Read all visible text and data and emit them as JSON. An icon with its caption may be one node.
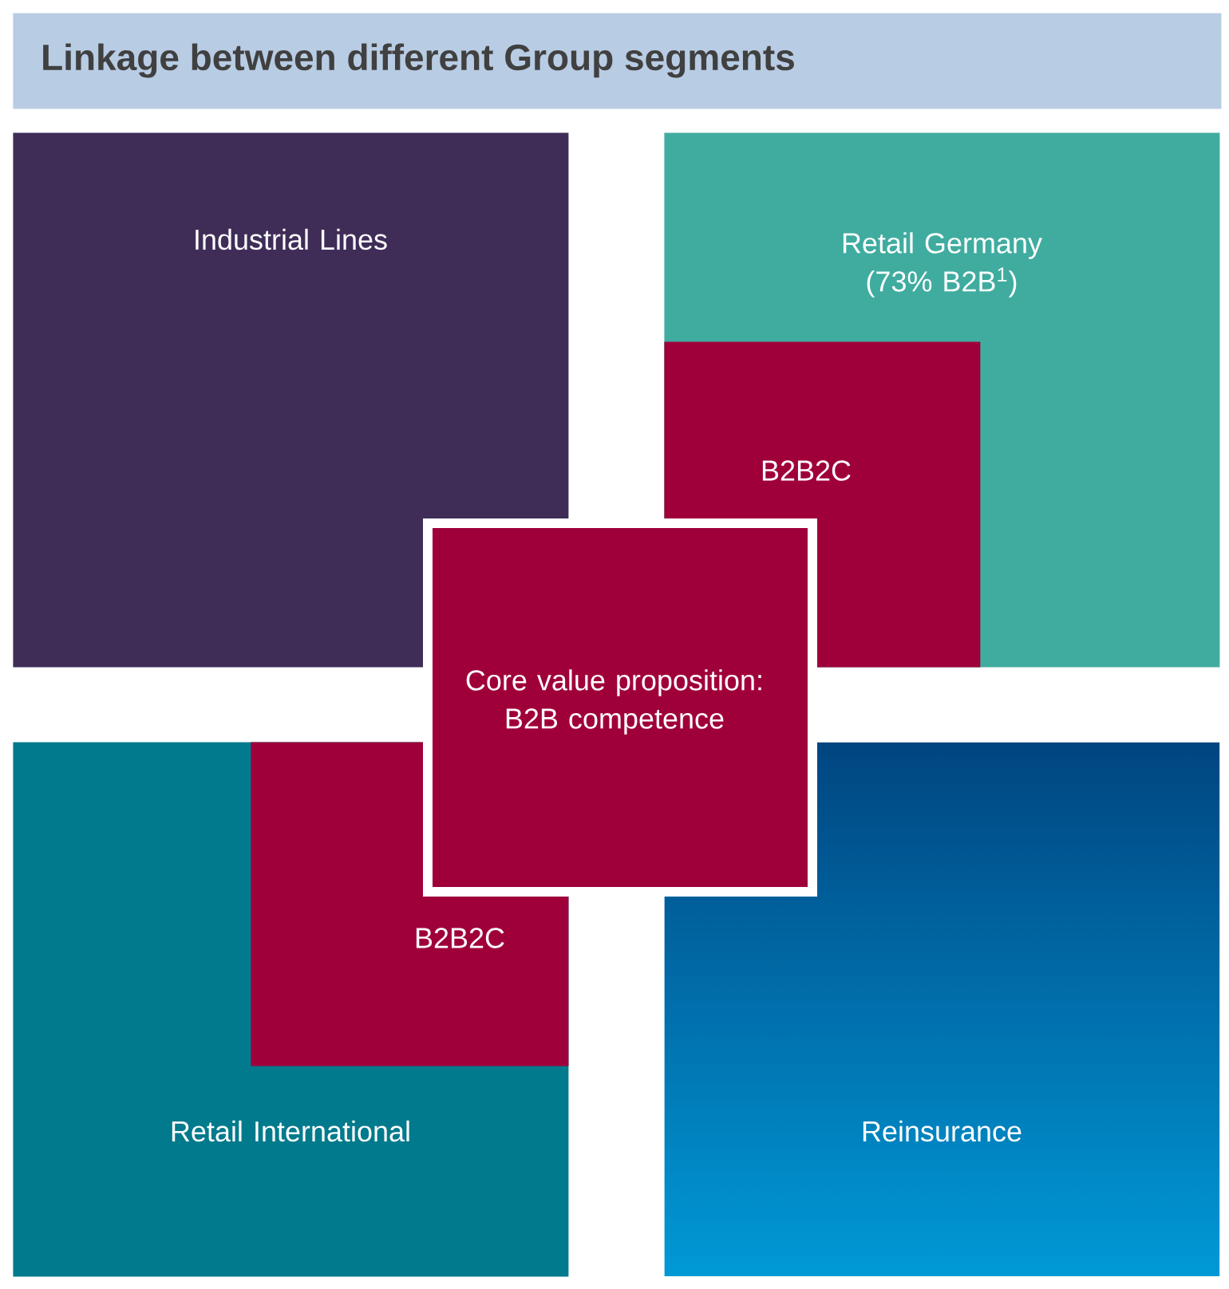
{
  "diagram": {
    "title": "Linkage between different Group segments",
    "nodes": [
      {
        "text": [
          "Industrial Lines"
        ]
      },
      {
        "text": [
          "Retail Germany (73% B2B$^{1}$)"
        ]
      },
      {
        "text": [
          "B2B2C"
        ],
        "in": 1
      },
      {
        "text": [
          "Core value proposition: B2B competence"
        ]
      },
      {
        "text": [
          "Retail International"
        ]
      },
      {
        "text": [
          "B2B2C"
        ],
        "in": 4
      },
      {
        "text": [
          "Reinsurance"
        ]
      }
    ]
  }
}
